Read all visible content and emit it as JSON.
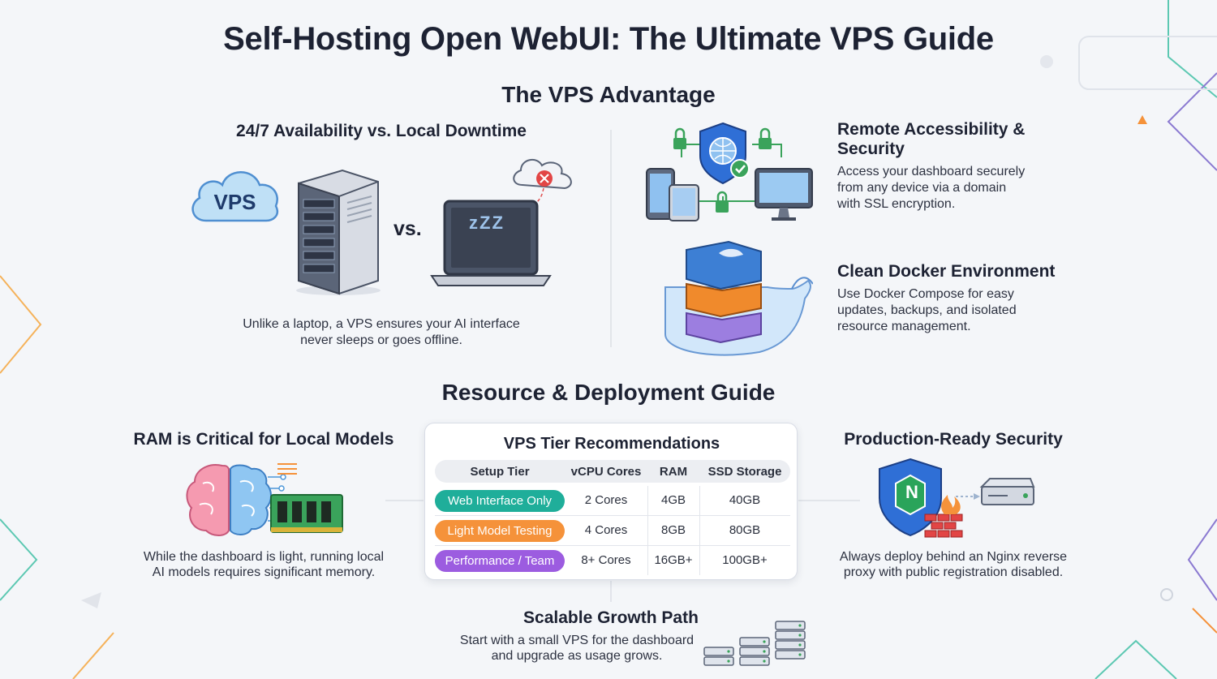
{
  "title": "Self-Hosting Open WebUI: The Ultimate VPS Guide",
  "vps_advantage": {
    "heading": "The VPS Advantage",
    "availability": {
      "title": "24/7 Availability vs. Local Downtime",
      "cloud_label": "VPS",
      "vs_label": "vs.",
      "laptop_sleep": "zZZ",
      "description_line1": "Unlike a laptop, a VPS ensures your AI interface",
      "description_line2": "never sleeps or goes offline."
    },
    "remote": {
      "title_line1": "Remote Accessibility &",
      "title_line2": "Security",
      "desc_line1": "Access your dashboard securely",
      "desc_line2": "from any device via a domain",
      "desc_line3": "with SSL encryption."
    },
    "docker": {
      "title": "Clean Docker Environment",
      "desc_line1": "Use Docker Compose for easy",
      "desc_line2": "updates, backups, and isolated",
      "desc_line3": "resource management."
    }
  },
  "resource_guide": {
    "heading": "Resource & Deployment Guide",
    "ram": {
      "title": "RAM is Critical for Local Models",
      "desc_line1": "While the dashboard is light, running local",
      "desc_line2": "AI models requires significant memory."
    },
    "security": {
      "title": "Production-Ready Security",
      "shield_letter": "N",
      "desc_line1": "Always deploy behind an Nginx reverse",
      "desc_line2": "proxy with public registration disabled."
    },
    "table": {
      "title": "VPS Tier Recommendations",
      "headers": [
        "Setup Tier",
        "vCPU Cores",
        "RAM",
        "SSD Storage"
      ],
      "rows": [
        {
          "tier": "Web Interface Only",
          "cpu": "2 Cores",
          "ram": "4GB",
          "ssd": "40GB",
          "color": "#1fae9a"
        },
        {
          "tier": "Light Model Testing",
          "cpu": "4 Cores",
          "ram": "8GB",
          "ssd": "80GB",
          "color": "#f5923a"
        },
        {
          "tier": "Performance / Team",
          "cpu": "8+ Cores",
          "ram": "16GB+",
          "ssd": "100GB+",
          "color": "#9c5ce0"
        }
      ]
    },
    "growth": {
      "title": "Scalable Growth Path",
      "desc_line1": "Start with a small VPS for the dashboard",
      "desc_line2": "and upgrade as usage grows."
    }
  },
  "colors": {
    "accent_blue": "#2f6fd6",
    "teal": "#1fae9a",
    "orange": "#f5923a",
    "purple": "#9c5ce0",
    "green_lock": "#3aa35b",
    "error_red": "#e24545"
  }
}
